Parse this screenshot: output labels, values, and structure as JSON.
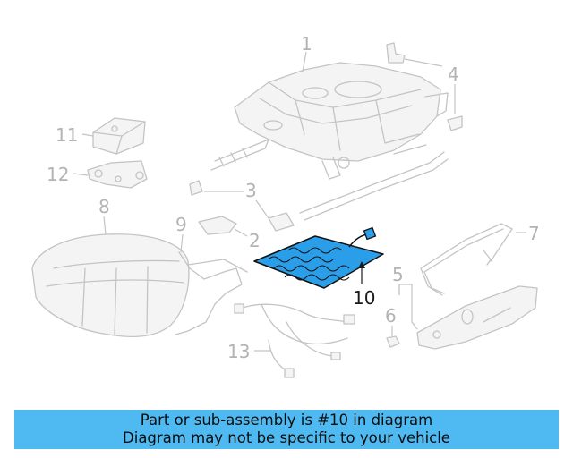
{
  "diagram": {
    "callouts": {
      "c1": "1",
      "c2": "2",
      "c3": "3",
      "c4": "4",
      "c5": "5",
      "c6": "6",
      "c7": "7",
      "c8": "8",
      "c9": "9",
      "c10": "10",
      "c11": "11",
      "c12": "12",
      "c13": "13"
    },
    "highlighted_part": "10",
    "colors": {
      "highlight_fill": "#2a9ee8",
      "part_stroke": "#c4c4c4",
      "callout_text": "#b3b3b3",
      "highlight_text": "#1a1a1a"
    }
  },
  "banner": {
    "line1": "Part or sub-assembly is #10 in diagram",
    "line2": "Diagram may not be specific to your vehicle",
    "background": "#4fbaf1"
  }
}
